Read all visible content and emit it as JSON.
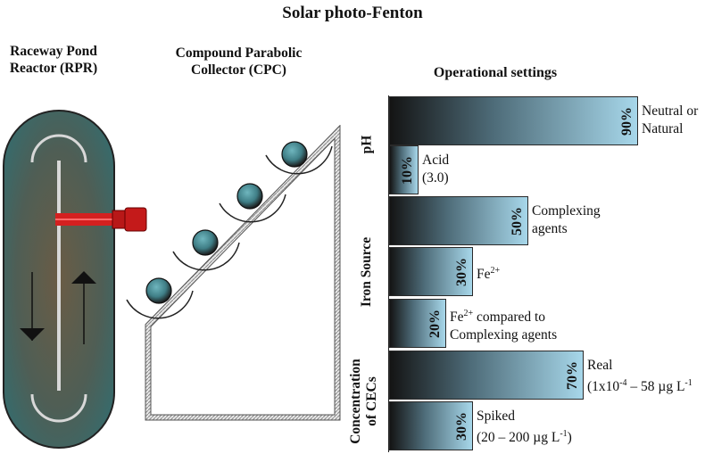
{
  "title": "Solar photo-Fenton",
  "panels": {
    "rpr_label": "Raceway Pond Reactor (RPR)",
    "cpc_label": "Compound Parabolic Collector (CPC)"
  },
  "chart_data": {
    "type": "bar",
    "orientation": "horizontal",
    "title": "Operational settings",
    "unit": "%",
    "xlim": [
      0,
      100
    ],
    "grid": false,
    "groups": [
      {
        "name": "pH",
        "categories": [
          "Neutral or Natural",
          "Acid (3.0)"
        ],
        "values": [
          90,
          10
        ]
      },
      {
        "name": "Iron Source",
        "categories": [
          "Complexing agents",
          "Fe2+",
          "Fe2+ compared to Complexing agents"
        ],
        "values": [
          50,
          30,
          20
        ]
      },
      {
        "name": "Concentration of CECs",
        "categories": [
          "Real (1x10-4 – 58 µg L-1",
          "Spiked (20 – 200 µg L-1)"
        ],
        "values": [
          70,
          30
        ]
      }
    ]
  },
  "bar_text": {
    "labels": [
      {
        "line1": "Neutral or",
        "line2": "Natural"
      },
      {
        "line1": "Acid",
        "line2": "(3.0)"
      },
      {
        "line1": "Complexing",
        "line2": "agents"
      },
      {
        "line1": "Fe",
        "line1_sup": "2+",
        "line1_tail": "",
        "line2": ""
      },
      {
        "line1": "Fe",
        "line1_sup": "2+",
        "line1_tail": " compared to",
        "line2": "Complexing agents"
      },
      {
        "line1": "Real",
        "line2": "(1x10",
        "line2_sup": "-4",
        "line2_tail": " – 58 µg L",
        "line2_sup2": "-1"
      },
      {
        "line1": "Spiked",
        "line2": "(20 – 200 µg L",
        "line2_sup": "-1",
        "line2_tail": ")"
      }
    ],
    "pct_labels": [
      "90%",
      "10%",
      "50%",
      "30%",
      "20%",
      "70%",
      "30%"
    ]
  },
  "colors": {
    "bar_dark": "#141414",
    "bar_mid": "#4e6c79",
    "bar_light": "#a7d7ea",
    "lamp": "#d42020",
    "pond": "#556b6b",
    "sphere": "#3f7e86"
  }
}
